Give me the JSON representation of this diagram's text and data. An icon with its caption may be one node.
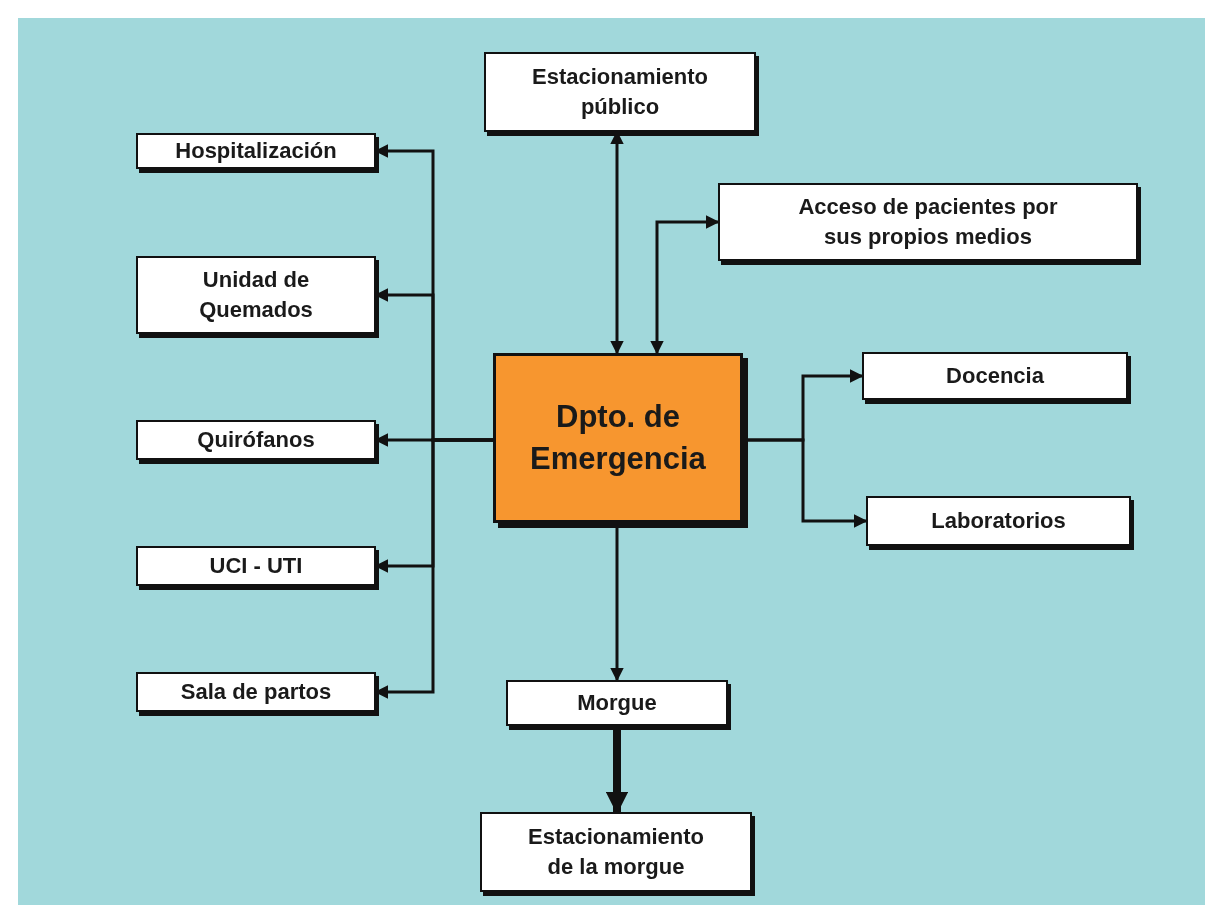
{
  "diagram": {
    "nodes": [
      {
        "text": [
          "Estacionamiento público"
        ]
      },
      {
        "text": [
          "Hospitalización"
        ]
      },
      {
        "text": [
          "Acceso de pacientes por sus propios medios"
        ]
      },
      {
        "text": [
          "Unidad de Quemados"
        ]
      },
      {
        "text": [
          "Dpto. de Emergencia"
        ]
      },
      {
        "text": [
          "Docencia"
        ]
      },
      {
        "text": [
          "Quirófanos"
        ]
      },
      {
        "text": [
          "Laboratorios"
        ]
      },
      {
        "text": [
          "UCI - UTI"
        ]
      },
      {
        "text": [
          "Sala de partos"
        ]
      },
      {
        "text": [
          "Morgue"
        ]
      },
      {
        "text": [
          "Estacionamiento de la morgue"
        ]
      }
    ],
    "edges": [
      {
        "from": 4,
        "to": 0,
        "arrow": "both"
      },
      {
        "from": 4,
        "to": 2,
        "arrow": "both"
      },
      {
        "from": 4,
        "to": 1,
        "arrow": "to"
      },
      {
        "from": 4,
        "to": 3,
        "arrow": "to"
      },
      {
        "from": 4,
        "to": 6,
        "arrow": "to"
      },
      {
        "from": 4,
        "to": 8,
        "arrow": "to"
      },
      {
        "from": 4,
        "to": 9,
        "arrow": "to"
      },
      {
        "from": 4,
        "to": 5,
        "arrow": "to"
      },
      {
        "from": 4,
        "to": 7,
        "arrow": "to"
      },
      {
        "from": 4,
        "to": 10,
        "arrow": "to"
      },
      {
        "from": 10,
        "to": 11,
        "arrow": "to",
        "style": "thick"
      }
    ]
  }
}
